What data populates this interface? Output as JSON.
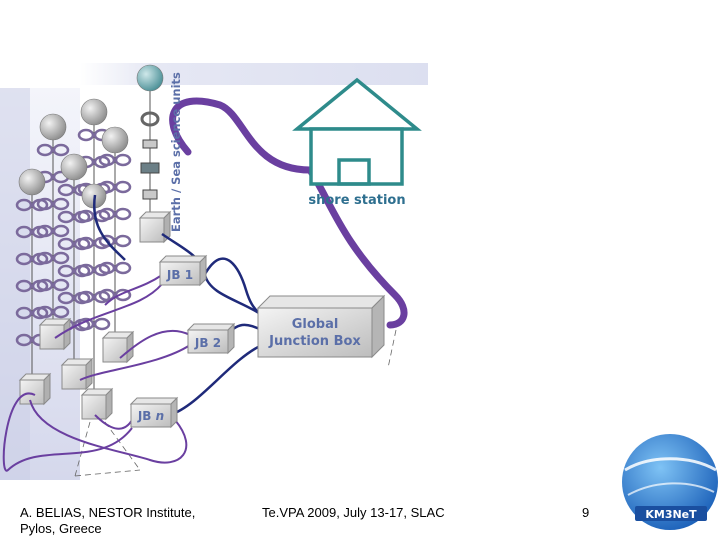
{
  "diagram": {
    "vertical_label": "Earth / Sea science units",
    "shore_station": "shore station",
    "gjb_line1": "Global",
    "gjb_line2": "Junction Box",
    "jb1": "JB 1",
    "jb2": "JB 2",
    "jbn_prefix": "JB ",
    "jbn_suffix": "n"
  },
  "footer": {
    "author_line1": "A. BELIAS, NESTOR Institute,",
    "author_line2": "Pylos, Greece",
    "event": "Te.VPA 2009, July 13-17, SLAC",
    "page_number": "9"
  },
  "logo": {
    "text": "KM3NeT"
  },
  "colors": {
    "cable_purple": "#6a3fa0",
    "cable_navy": "#1f2a7a",
    "label_blue": "#5b6fa8",
    "house_green": "#2e8b8b",
    "shore_text": "#2e6f8f",
    "background_panel": "#e4e6f3",
    "logo_blue": "#2a7fd6"
  }
}
